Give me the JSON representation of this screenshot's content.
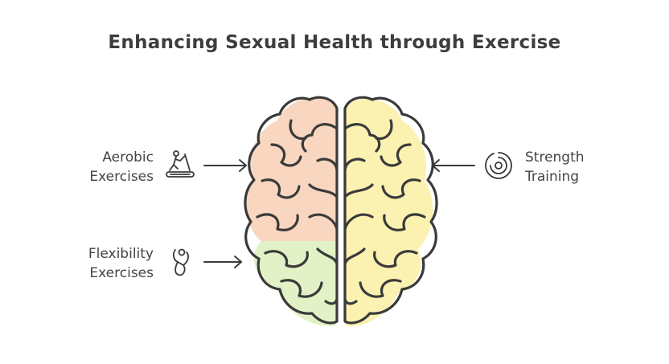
{
  "title": "Enhancing Sexual Health through Exercise",
  "items": [
    {
      "line1": "Aerobic",
      "line2": "Exercises",
      "icon": "treadmill-icon",
      "side": "left"
    },
    {
      "line1": "Flexibility",
      "line2": "Exercises",
      "icon": "stretching-figure-icon",
      "side": "left"
    },
    {
      "line1": "Strength",
      "line2": "Training",
      "icon": "concentric-target-icon",
      "side": "right"
    }
  ],
  "colors": {
    "orange_region": "#f7d2b8",
    "yellow_region": "#fbf0a8",
    "green_region": "#dff0c0",
    "outline": "#3a3a3a"
  }
}
